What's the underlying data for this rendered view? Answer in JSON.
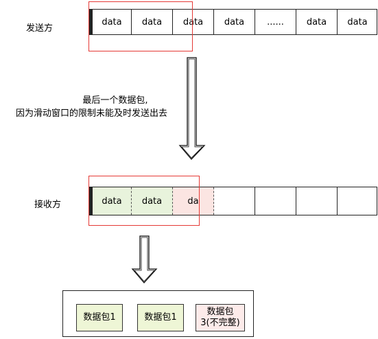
{
  "sender": {
    "label": "发送方",
    "cells": [
      "data",
      "data",
      "data",
      "data",
      "......",
      "data",
      "data"
    ]
  },
  "annotation": {
    "line1": "最后一个数据包,",
    "line2": "因为滑动窗口的限制未能及时发送出去"
  },
  "receiver": {
    "label": "接收方",
    "cells": [
      "data",
      "data",
      "da",
      "",
      "",
      "",
      ""
    ]
  },
  "packets": {
    "p1": "数据包1",
    "p2": "数据包1",
    "p3_line1": "数据包",
    "p3_line2": "3(不完整)"
  },
  "colors": {
    "red_window": "#e53935",
    "green_fill": "#e8f3dc",
    "red_fill": "#fbe5e2",
    "yellow_green_fill": "#eef6d6",
    "pink_fill": "#fdebea"
  }
}
